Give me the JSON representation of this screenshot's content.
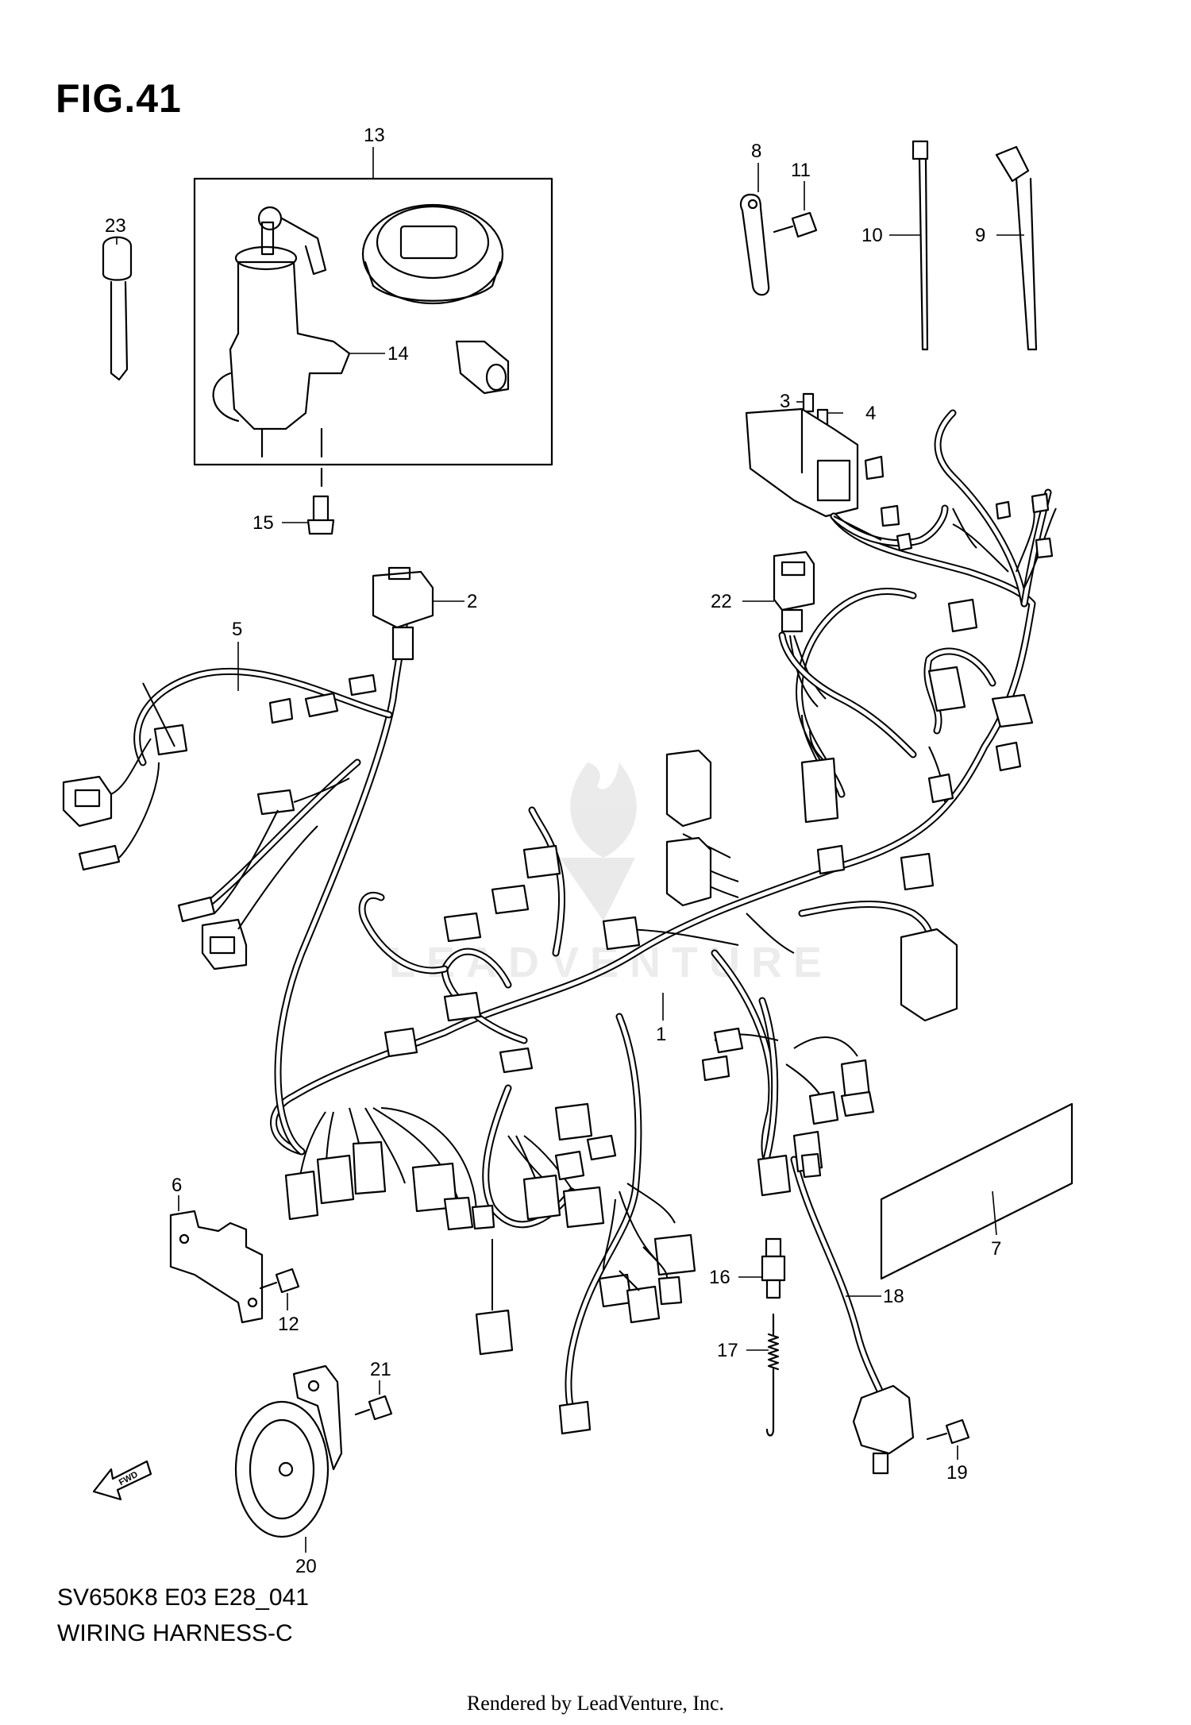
{
  "figure": {
    "title": "FIG.41",
    "model_code": "SV650K8 E03 E28_041",
    "section_name": "WIRING HARNESS-C",
    "rendered_by": "Rendered by LeadVenture, Inc.",
    "watermark_text": "LEADVENTURE"
  },
  "callouts": [
    "1",
    "2",
    "3",
    "4",
    "5",
    "6",
    "7",
    "8",
    "9",
    "10",
    "11",
    "12",
    "13",
    "14",
    "15",
    "16",
    "17",
    "18",
    "19",
    "20",
    "21",
    "22",
    "23"
  ],
  "fwd_label": "FWD",
  "icons": [
    "key-icon",
    "ignition-switch-icon",
    "fuel-cap-icon",
    "clip-icon",
    "cable-tie-icon",
    "screw-icon",
    "fuse-icon",
    "fuse-box-icon",
    "relay-icon",
    "connector-icon",
    "bracket-icon",
    "horn-icon",
    "switch-icon",
    "spring-icon",
    "label-sheet-icon",
    "fwd-arrow-icon",
    "flame-logo-icon"
  ]
}
